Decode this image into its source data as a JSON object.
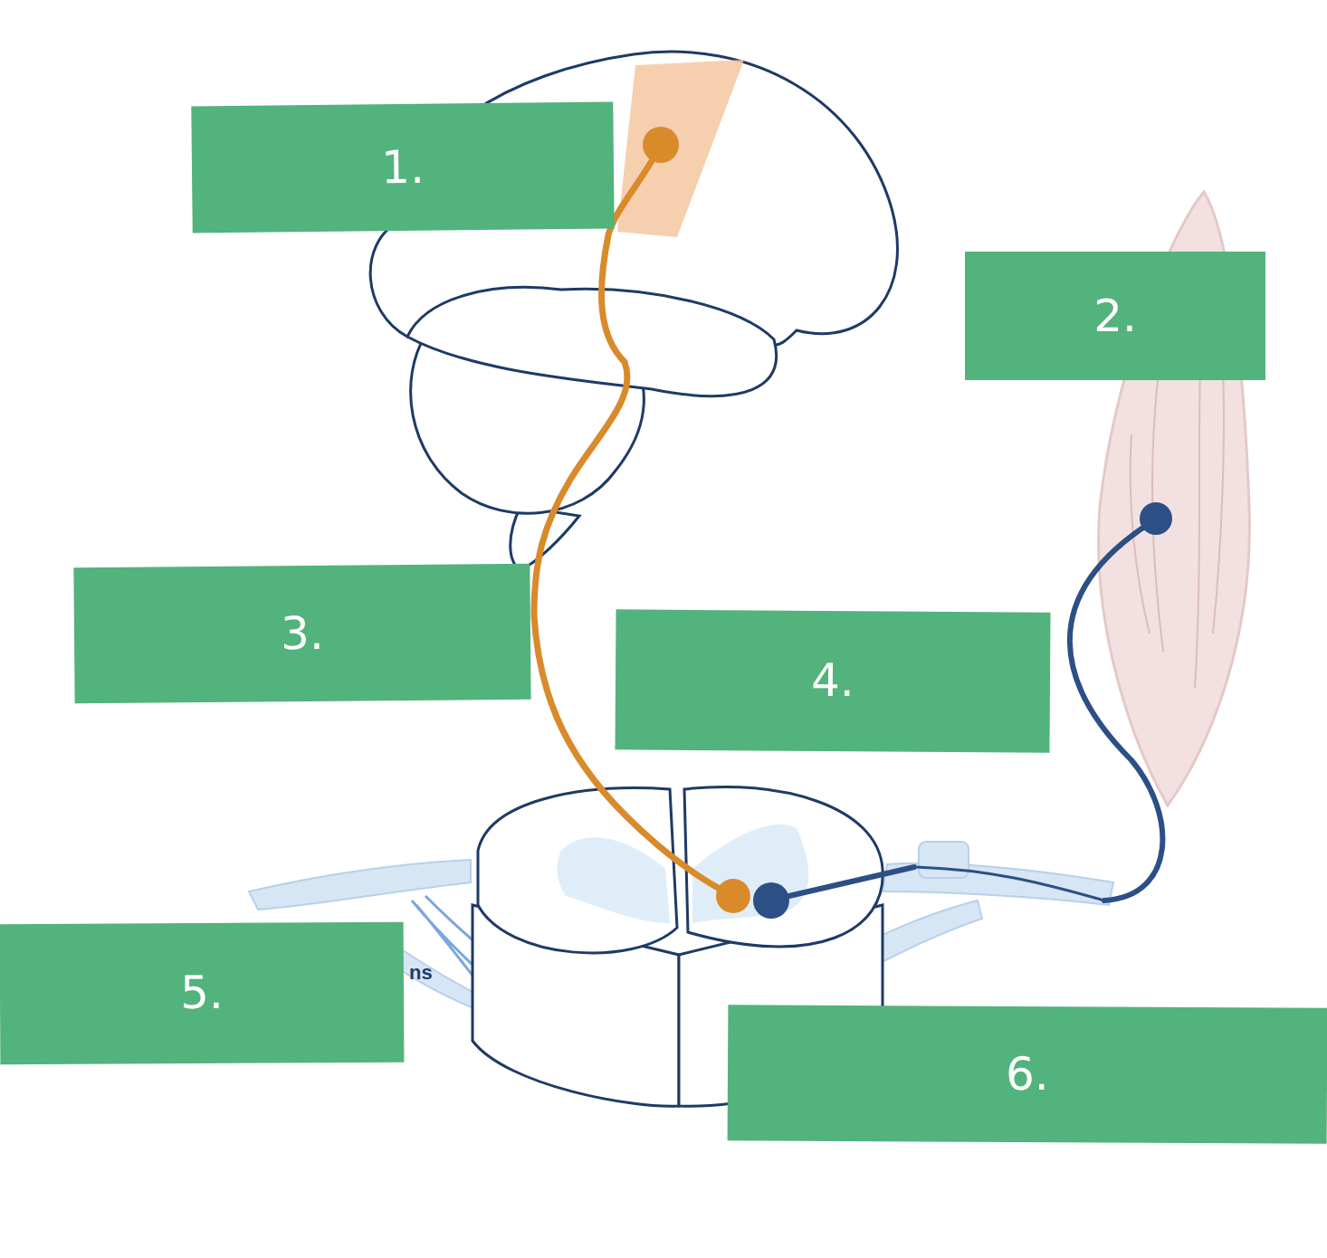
{
  "diagram": {
    "nodes": [
      {
        "text": [
          "1."
        ]
      },
      {
        "text": [
          "2."
        ]
      },
      {
        "text": [
          "3."
        ]
      },
      {
        "text": [
          "4."
        ]
      },
      {
        "text": [
          "5."
        ]
      },
      {
        "text": [
          "6."
        ]
      }
    ],
    "labels": [
      "ns"
    ]
  }
}
